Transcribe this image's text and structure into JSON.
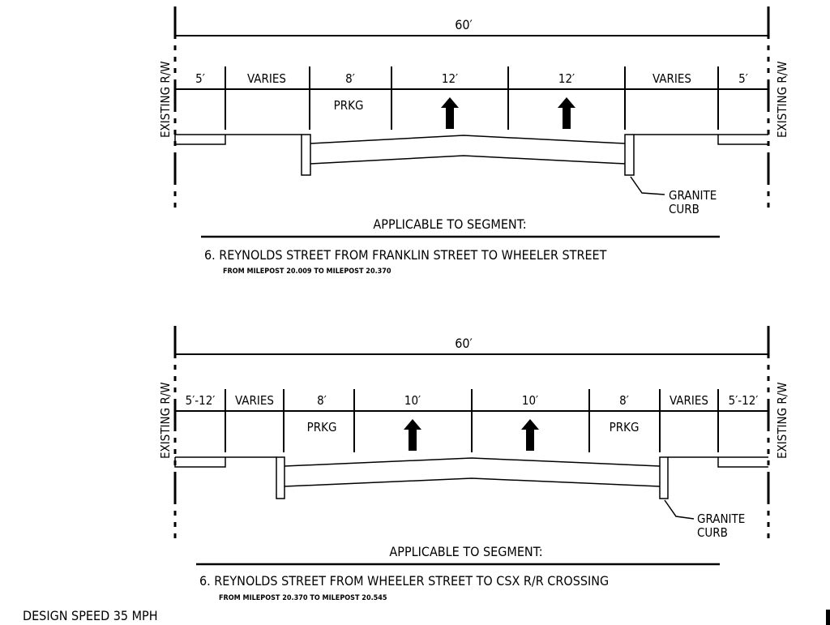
{
  "sections": [
    {
      "total_width": "60′",
      "row_label_left": "EXISTING R/W",
      "row_label_right": "EXISTING R/W",
      "lanes": [
        "5′",
        "VARIES",
        "8′",
        "12′",
        "12′",
        "VARIES",
        "5′"
      ],
      "parking": [
        "PRKG"
      ],
      "curb_label": [
        "GRANITE",
        "CURB"
      ],
      "applicable_heading": "APPLICABLE TO SEGMENT:",
      "segment": "6. REYNOLDS STREET FROM FRANKLIN STREET TO WHEELER STREET",
      "milepost": "FROM MILEPOST 20.009 TO MILEPOST 20.370"
    },
    {
      "total_width": "60′",
      "row_label_left": "EXISTING R/W",
      "row_label_right": "EXISTING R/W",
      "lanes": [
        "5′-12′",
        "VARIES",
        "8′",
        "10′",
        "10′",
        "8′",
        "VARIES",
        "5′-12′"
      ],
      "parking": [
        "PRKG",
        "PRKG"
      ],
      "curb_label": [
        "GRANITE",
        "CURB"
      ],
      "applicable_heading": "APPLICABLE TO SEGMENT:",
      "segment": "6. REYNOLDS STREET FROM WHEELER STREET TO CSX R/R CROSSING",
      "milepost": "FROM MILEPOST 20.370 TO MILEPOST 20.545"
    }
  ],
  "design_speed": "DESIGN SPEED 35 MPH"
}
